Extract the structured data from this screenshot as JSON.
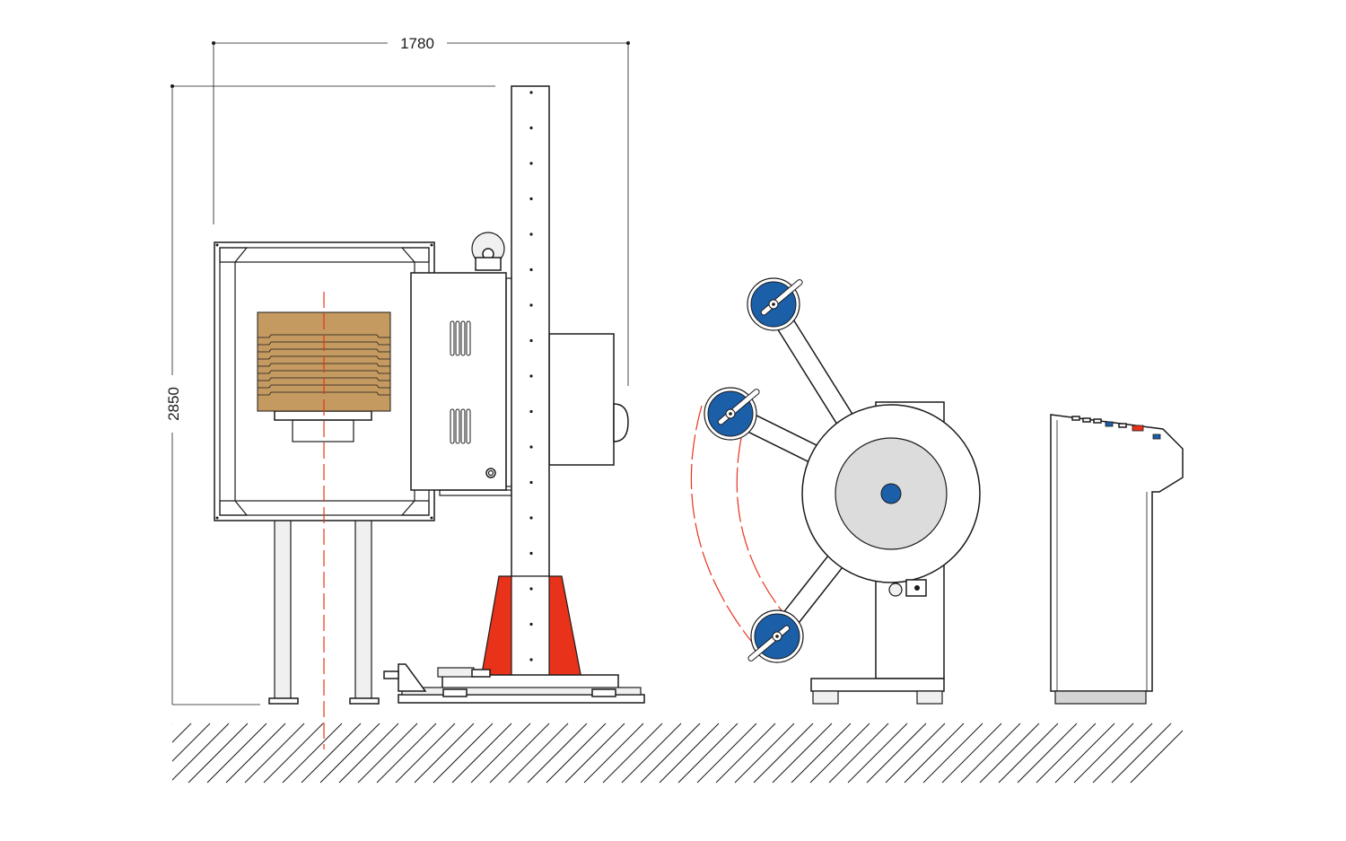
{
  "dimensions": {
    "width_label": "1780",
    "height_label": "2850"
  },
  "colors": {
    "line": "#1a1a1a",
    "base_red": "#e8321a",
    "roller_blue": "#1b5fa8",
    "cardboard": "#c49a60",
    "guide_red": "#e8321a",
    "panel_grey": "#f0f0f0",
    "drum_grey": "#dcdcdc"
  },
  "components": [
    "machine-frame",
    "stacked-boards",
    "column-lift",
    "red-base",
    "reel-unwinder",
    "control-console",
    "floor-hatching"
  ]
}
